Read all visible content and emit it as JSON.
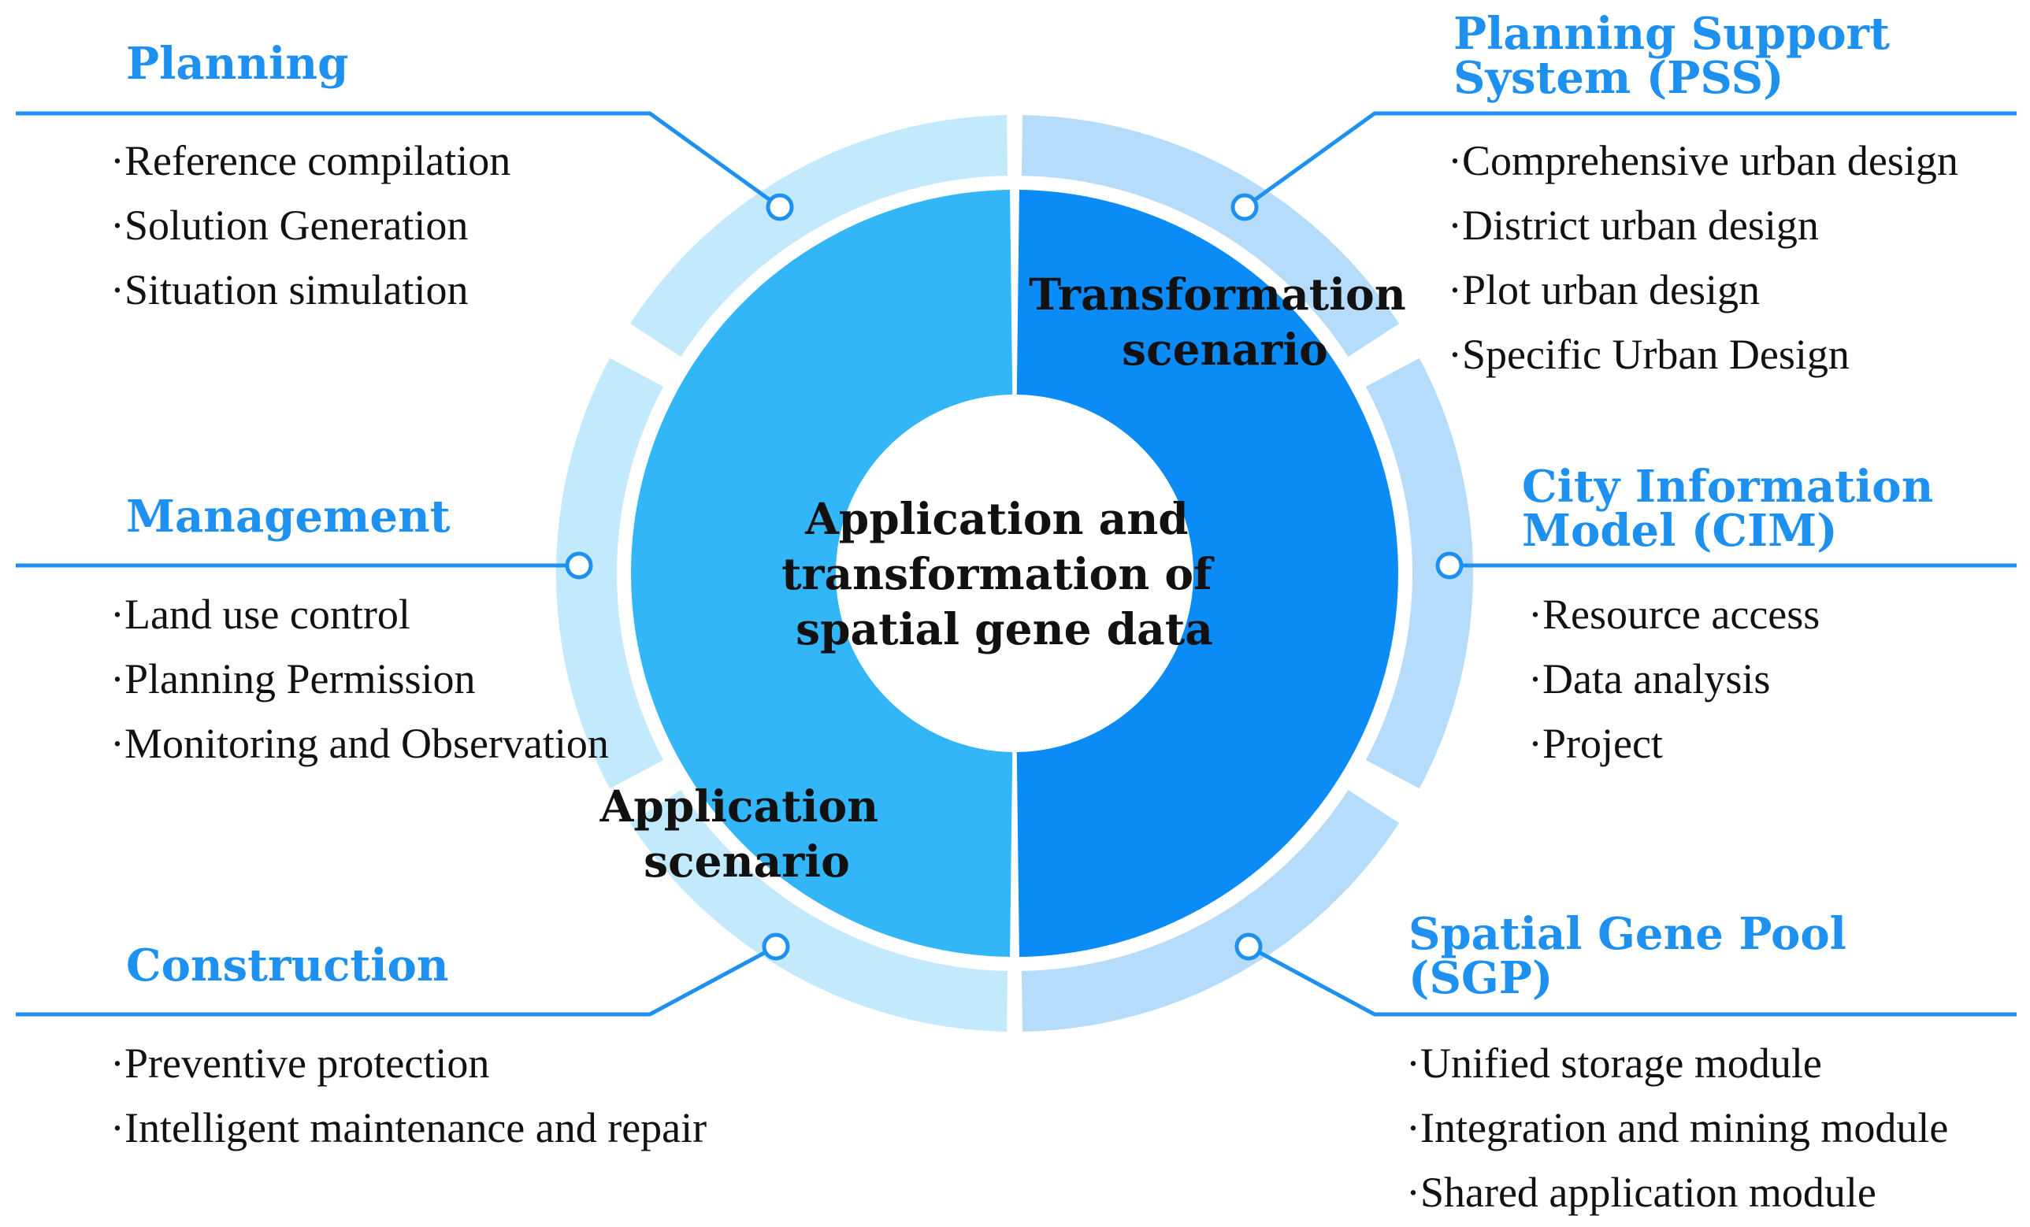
{
  "colors": {
    "accent": "#1e90f0",
    "outer_ring_left": "#c2e9fc",
    "outer_ring_right": "#b5dcfa",
    "inner_ring_left": "#33b6f8",
    "inner_ring_right": "#0b8bf5",
    "heading_text": "#1e90f0",
    "body_text": "#111111"
  },
  "center": {
    "lines": [
      "Application and",
      "transformation of",
      "spatial gene data"
    ]
  },
  "scenarios": {
    "transformation": [
      "Transformation",
      "scenario"
    ],
    "application": [
      "Application",
      "scenario"
    ]
  },
  "groups": {
    "planning": {
      "title": [
        "Planning"
      ],
      "items": [
        "·Reference compilation",
        "·Solution Generation",
        "·Situation simulation"
      ]
    },
    "management": {
      "title": [
        "Management"
      ],
      "items": [
        "·Land use control",
        "·Planning Permission",
        "·Monitoring and Observation"
      ]
    },
    "construction": {
      "title": [
        "Construction"
      ],
      "items": [
        "·Preventive protection",
        "·Intelligent maintenance and repair"
      ]
    },
    "pss": {
      "title": [
        "Planning Support",
        "System (PSS)"
      ],
      "items": [
        "·Comprehensive urban design",
        "·District urban design",
        "·Plot urban design",
        "·Specific Urban Design"
      ]
    },
    "cim": {
      "title": [
        "City Information",
        "Model (CIM)"
      ],
      "items": [
        "·Resource access",
        "·Data analysis",
        "·Project"
      ]
    },
    "sgp": {
      "title": [
        "Spatial Gene Pool",
        "(SGP)"
      ],
      "items": [
        "·Unified storage module",
        "·Integration and mining module",
        "·Shared application module"
      ]
    }
  }
}
